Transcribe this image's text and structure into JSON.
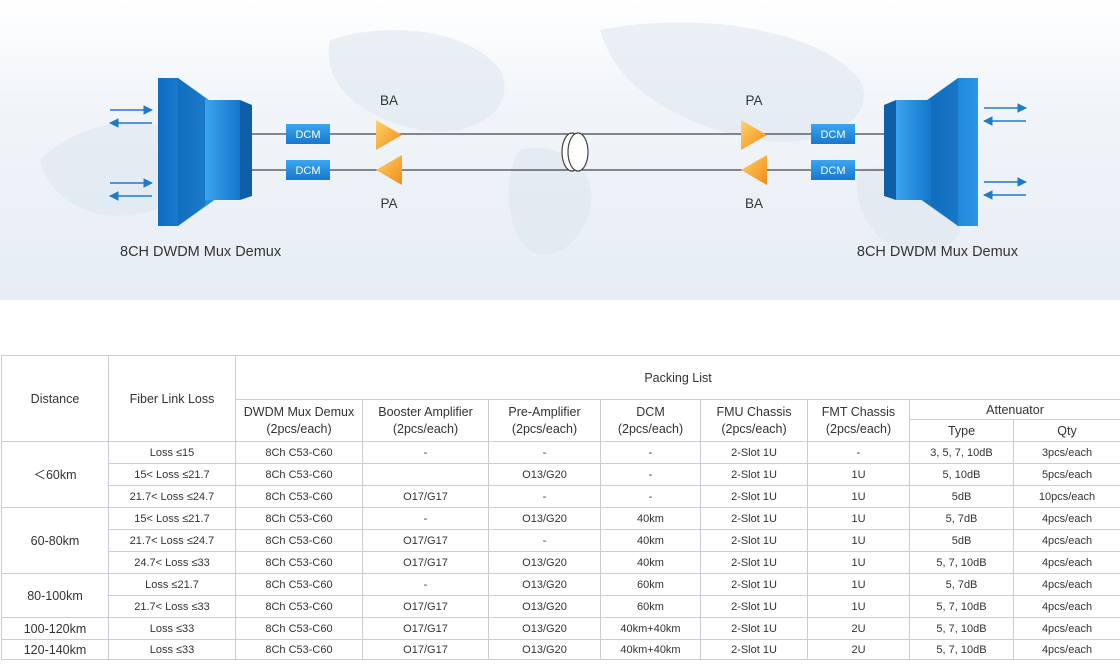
{
  "diagram": {
    "left_mux_label": "8CH DWDM Mux Demux",
    "right_mux_label": "8CH DWDM Mux Demux",
    "dcm_labels": [
      "DCM",
      "DCM",
      "DCM",
      "DCM"
    ],
    "amp_labels": {
      "left_top": "BA",
      "left_bottom": "PA",
      "right_top": "PA",
      "right_bottom": "BA"
    },
    "colors": {
      "mux": "#1a84d6",
      "dcm": "#1e8fe0",
      "amplifier": "#f5a623",
      "arrow": "#1d7bc9",
      "background": "#eef3f8"
    }
  },
  "table": {
    "headers": {
      "distance": "Distance",
      "fiber_link_loss": "Fiber Link Loss",
      "packing_list": "Packing List",
      "mux": [
        "DWDM Mux Demux",
        "(2pcs/each)"
      ],
      "booster": [
        "Booster Amplifier",
        "(2pcs/each)"
      ],
      "pre_amp": [
        "Pre-Amplifier",
        "(2pcs/each)"
      ],
      "dcm": [
        "DCM",
        "(2pcs/each)"
      ],
      "fmu": [
        "FMU Chassis",
        "(2pcs/each)"
      ],
      "fmt": [
        "FMT Chassis",
        "(2pcs/each)"
      ],
      "attenuator": "Attenuator",
      "type": "Type",
      "qty": "Qty"
    },
    "groups": [
      {
        "distance": "＜60km",
        "rows": [
          {
            "loss": "Loss ≤15",
            "mux": "8Ch C53-C60",
            "booster": "-",
            "pre_amp": "-",
            "dcm": "-",
            "fmu": "2-Slot 1U",
            "fmt": "-",
            "type": "3, 5, 7, 10dB",
            "qty": "3pcs/each"
          },
          {
            "loss": "15< Loss ≤21.7",
            "mux": "8Ch C53-C60",
            "booster": "",
            "pre_amp": "O13/G20",
            "dcm": "-",
            "fmu": "2-Slot 1U",
            "fmt": "1U",
            "type": "5, 10dB",
            "qty": "5pcs/each"
          },
          {
            "loss": "21.7< Loss ≤24.7",
            "mux": "8Ch C53-C60",
            "booster": "O17/G17",
            "pre_amp": "-",
            "dcm": "-",
            "fmu": "2-Slot 1U",
            "fmt": "1U",
            "type": "5dB",
            "qty": "10pcs/each"
          }
        ]
      },
      {
        "distance": "60-80km",
        "rows": [
          {
            "loss": "15< Loss ≤21.7",
            "mux": "8Ch C53-C60",
            "booster": "-",
            "pre_amp": "O13/G20",
            "dcm": "40km",
            "fmu": "2-Slot 1U",
            "fmt": "1U",
            "type": "5, 7dB",
            "qty": "4pcs/each"
          },
          {
            "loss": "21.7< Loss ≤24.7",
            "mux": "8Ch C53-C60",
            "booster": "O17/G17",
            "pre_amp": "-",
            "dcm": "40km",
            "fmu": "2-Slot 1U",
            "fmt": "1U",
            "type": "5dB",
            "qty": "4pcs/each"
          },
          {
            "loss": "24.7< Loss ≤33",
            "mux": "8Ch C53-C60",
            "booster": "O17/G17",
            "pre_amp": "O13/G20",
            "dcm": "40km",
            "fmu": "2-Slot 1U",
            "fmt": "1U",
            "type": "5, 7, 10dB",
            "qty": "4pcs/each"
          }
        ]
      },
      {
        "distance": "80-100km",
        "rows": [
          {
            "loss": "Loss ≤21.7",
            "mux": "8Ch C53-C60",
            "booster": "-",
            "pre_amp": "O13/G20",
            "dcm": "60km",
            "fmu": "2-Slot 1U",
            "fmt": "1U",
            "type": "5, 7dB",
            "qty": "4pcs/each"
          },
          {
            "loss": "21.7< Loss ≤33",
            "mux": "8Ch C53-C60",
            "booster": "O17/G17",
            "pre_amp": "O13/G20",
            "dcm": "60km",
            "fmu": "2-Slot 1U",
            "fmt": "1U",
            "type": "5, 7, 10dB",
            "qty": "4pcs/each"
          }
        ]
      },
      {
        "distance": "100-120km",
        "rows": [
          {
            "loss": "Loss ≤33",
            "mux": "8Ch C53-C60",
            "booster": "O17/G17",
            "pre_amp": "O13/G20",
            "dcm": "40km+40km",
            "fmu": "2-Slot 1U",
            "fmt": "2U",
            "type": "5, 7, 10dB",
            "qty": "4pcs/each"
          }
        ]
      },
      {
        "distance": "120-140km",
        "rows": [
          {
            "loss": "Loss ≤33",
            "mux": "8Ch C53-C60",
            "booster": "O17/G17",
            "pre_amp": "O13/G20",
            "dcm": "40km+40km",
            "fmu": "2-Slot 1U",
            "fmt": "2U",
            "type": "5, 7, 10dB",
            "qty": "4pcs/each"
          }
        ]
      }
    ]
  }
}
